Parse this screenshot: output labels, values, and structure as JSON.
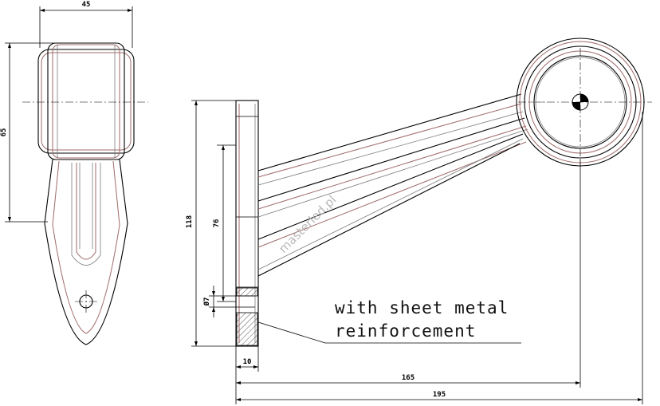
{
  "dimensions": {
    "width_45": "45",
    "height_65": "65",
    "height_118": "118",
    "height_76": "76",
    "hole_7": "Ø7",
    "width_10": "10",
    "length_165": "165",
    "length_195": "195"
  },
  "note": {
    "line1": "with sheet metal",
    "line2": "reinforcement"
  },
  "watermark": "masterled.pl"
}
